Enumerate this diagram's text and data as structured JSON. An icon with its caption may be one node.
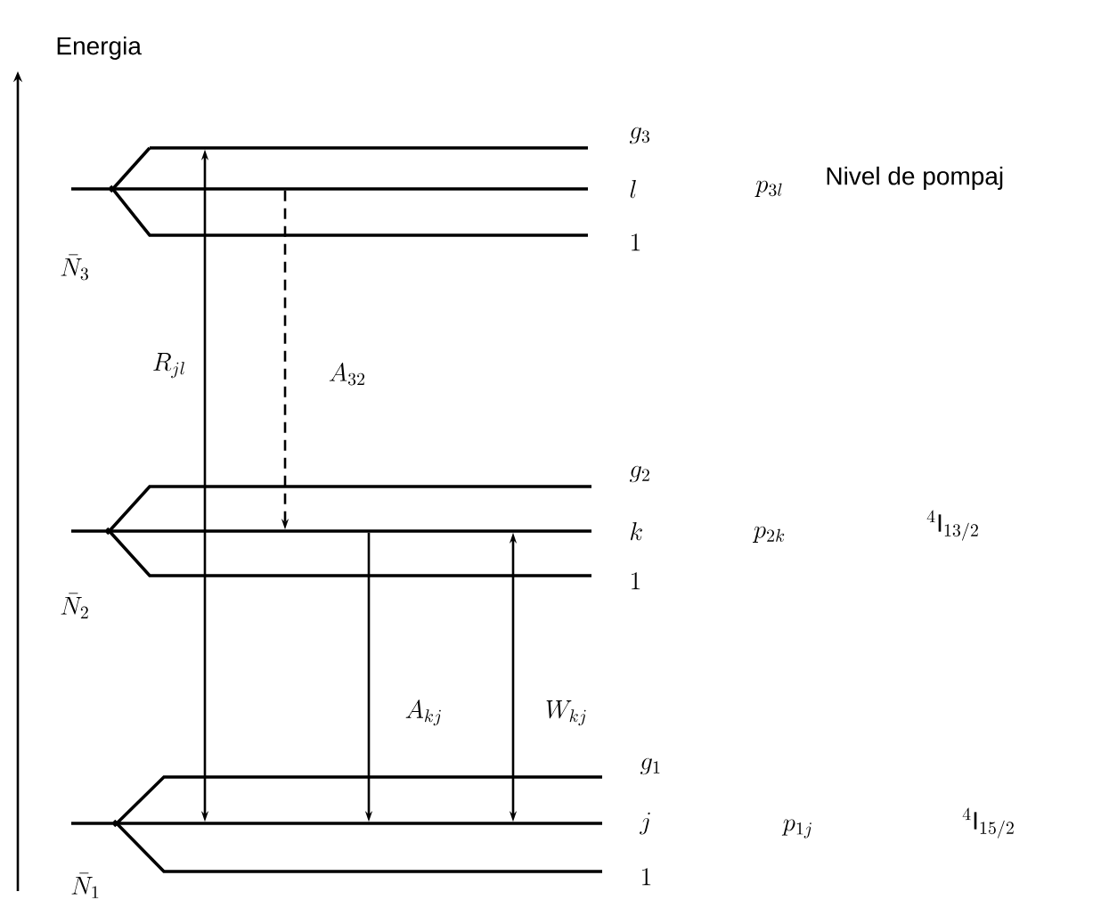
{
  "diagram": {
    "nodes": [
      {
        "text": [],
        "shape": "bar",
        "beside": [
          "g_3"
        ]
      },
      {
        "text": [],
        "shape": "bar",
        "beside": [
          "l"
        ]
      },
      {
        "text": [],
        "shape": "bar",
        "beside": [
          "k"
        ]
      },
      {
        "text": [],
        "shape": "bar",
        "beside": [
          "j"
        ]
      }
    ],
    "edges": [
      {
        "from": 3,
        "to": 0,
        "arrow": "both",
        "label": "R_{jl}"
      },
      {
        "from": 1,
        "to": 2,
        "arrow": "to",
        "style": "dashed",
        "label": "A_{32}"
      },
      {
        "from": 2,
        "to": 3,
        "arrow": "to",
        "label": "A_{kj}"
      },
      {
        "from": 3,
        "to": 2,
        "arrow": "both",
        "label": "W_{kj}"
      }
    ],
    "labels": [
      "Energia",
      "p_{3l}",
      "Nivel de pompaj",
      "1",
      "\\bar{N}_3",
      "g_2",
      "p_{2k}",
      "^4\\mathrm{I}_{13/2}",
      "1",
      "\\bar{N}_2",
      "g_1",
      "p_{1j}",
      "^4\\mathrm{I}_{15/2}",
      "1",
      "\\bar{N}_1"
    ]
  }
}
